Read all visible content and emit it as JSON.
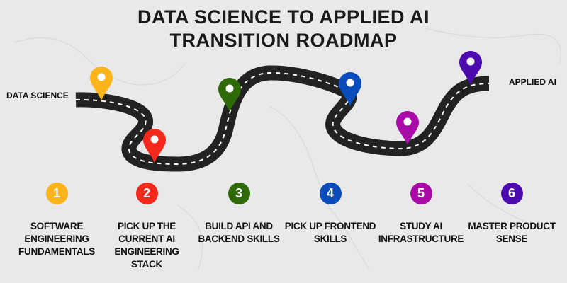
{
  "title": {
    "line1": "DATA SCIENCE TO APPLIED AI",
    "line2": "TRANSITION ROADMAP"
  },
  "start_label": "DATA SCIENCE",
  "end_label": "APPLIED AI",
  "steps": [
    {
      "number": "1",
      "label": "SOFTWARE ENGINEERING FUNDAMENTALS",
      "color": "#fbb41a"
    },
    {
      "number": "2",
      "label": "PICK UP THE CURRENT AI ENGINEERING STACK",
      "color": "#f5281c"
    },
    {
      "number": "3",
      "label": "BUILD API AND BACKEND SKILLS",
      "color": "#2e6b08"
    },
    {
      "number": "4",
      "label": "PICK UP FRONTEND SKILLS",
      "color": "#0a4cbc"
    },
    {
      "number": "5",
      "label": "STUDY AI INFRASTRUCTURE",
      "color": "#aa0aa8"
    },
    {
      "number": "6",
      "label": "MASTER PRODUCT SENSE",
      "color": "#4d0aae"
    }
  ]
}
